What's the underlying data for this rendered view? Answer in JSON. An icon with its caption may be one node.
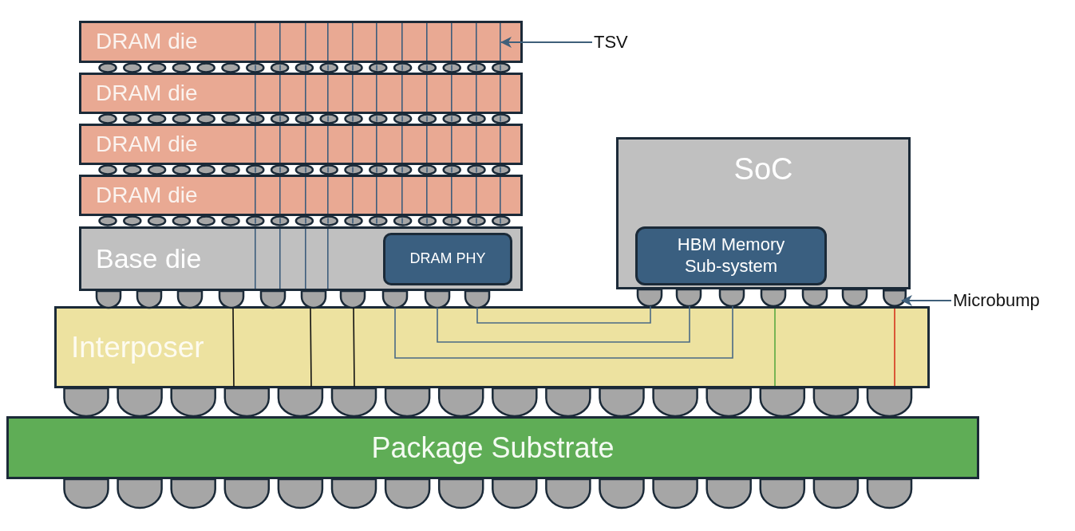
{
  "diagram": {
    "nodes": [
      {
        "text": [
          "DRAM die"
        ]
      },
      {
        "text": [
          "DRAM die"
        ]
      },
      {
        "text": [
          "DRAM die"
        ]
      },
      {
        "text": [
          "DRAM die"
        ]
      },
      {
        "text": [
          "Base die"
        ]
      },
      {
        "text": [
          "DRAM PHY"
        ],
        "in": 4
      },
      {
        "text": [
          "SoC"
        ]
      },
      {
        "text": [
          "HBM Memory Sub-system"
        ],
        "in": 6
      },
      {
        "text": [
          "Interposer"
        ]
      },
      {
        "text": [
          "Package Substrate"
        ]
      },
      {
        "text": [
          "TSV"
        ]
      },
      {
        "text": [
          "Microbump"
        ]
      },
      {
        "text": [],
        "shape": "semicircle"
      }
    ],
    "edges": [
      {
        "from": 10,
        "to": 0,
        "arrow": "to"
      },
      {
        "from": 11,
        "to": 12,
        "arrow": "to"
      }
    ]
  }
}
